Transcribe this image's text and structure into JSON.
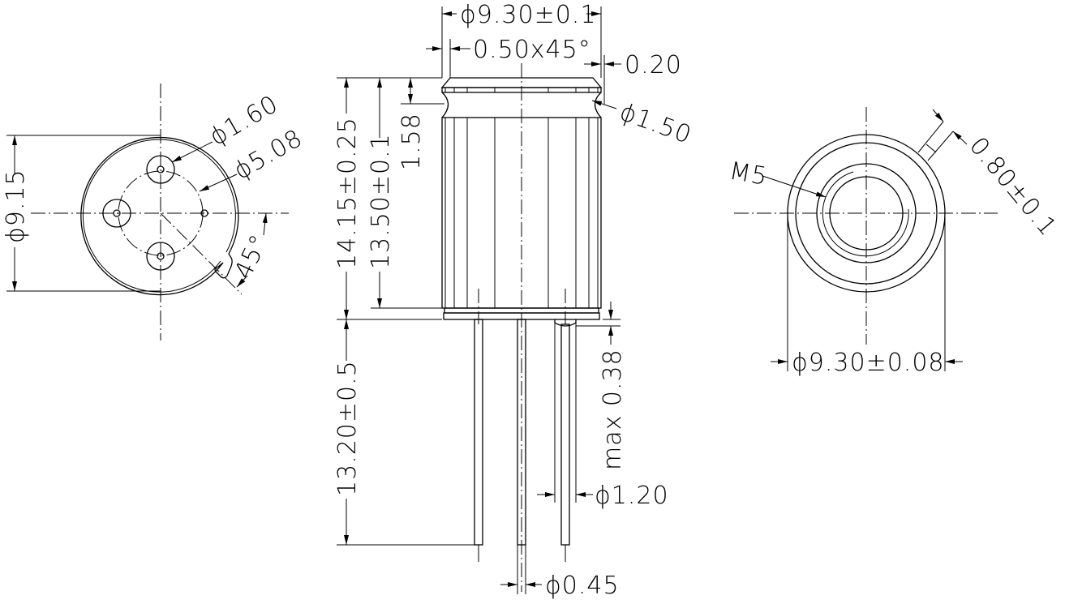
{
  "drawing": {
    "type": "mechanical engineering drawing",
    "views": [
      "bottom-view",
      "side-view",
      "top-view"
    ],
    "colors": {
      "line": "#000000",
      "background": "#ffffff"
    }
  },
  "bottom_view": {
    "dims": {
      "body_diameter": "ϕ9.15",
      "pin_hole_diameter": "ϕ1.60",
      "pitch_circle_diameter": "ϕ5.08",
      "tab_angle": "45°"
    }
  },
  "side_view": {
    "dims": {
      "cap_diameter": "ϕ9.30±0.1",
      "chamfer": "0.50x45°",
      "lip_offset": "0.20",
      "groove_radius": "ϕ1.50",
      "groove_height": "1.58",
      "total_height": "14.15±0.25",
      "body_height": "13.50±0.1",
      "lead_length": "13.20±0.5",
      "standoff": "max 0.38",
      "standoff_diameter": "ϕ1.20",
      "lead_diameter": "ϕ0.45"
    }
  },
  "top_view": {
    "dims": {
      "thread": "M5",
      "rim_width": "0.80±0.1",
      "outer_diameter": "ϕ9.30±0.08"
    }
  }
}
